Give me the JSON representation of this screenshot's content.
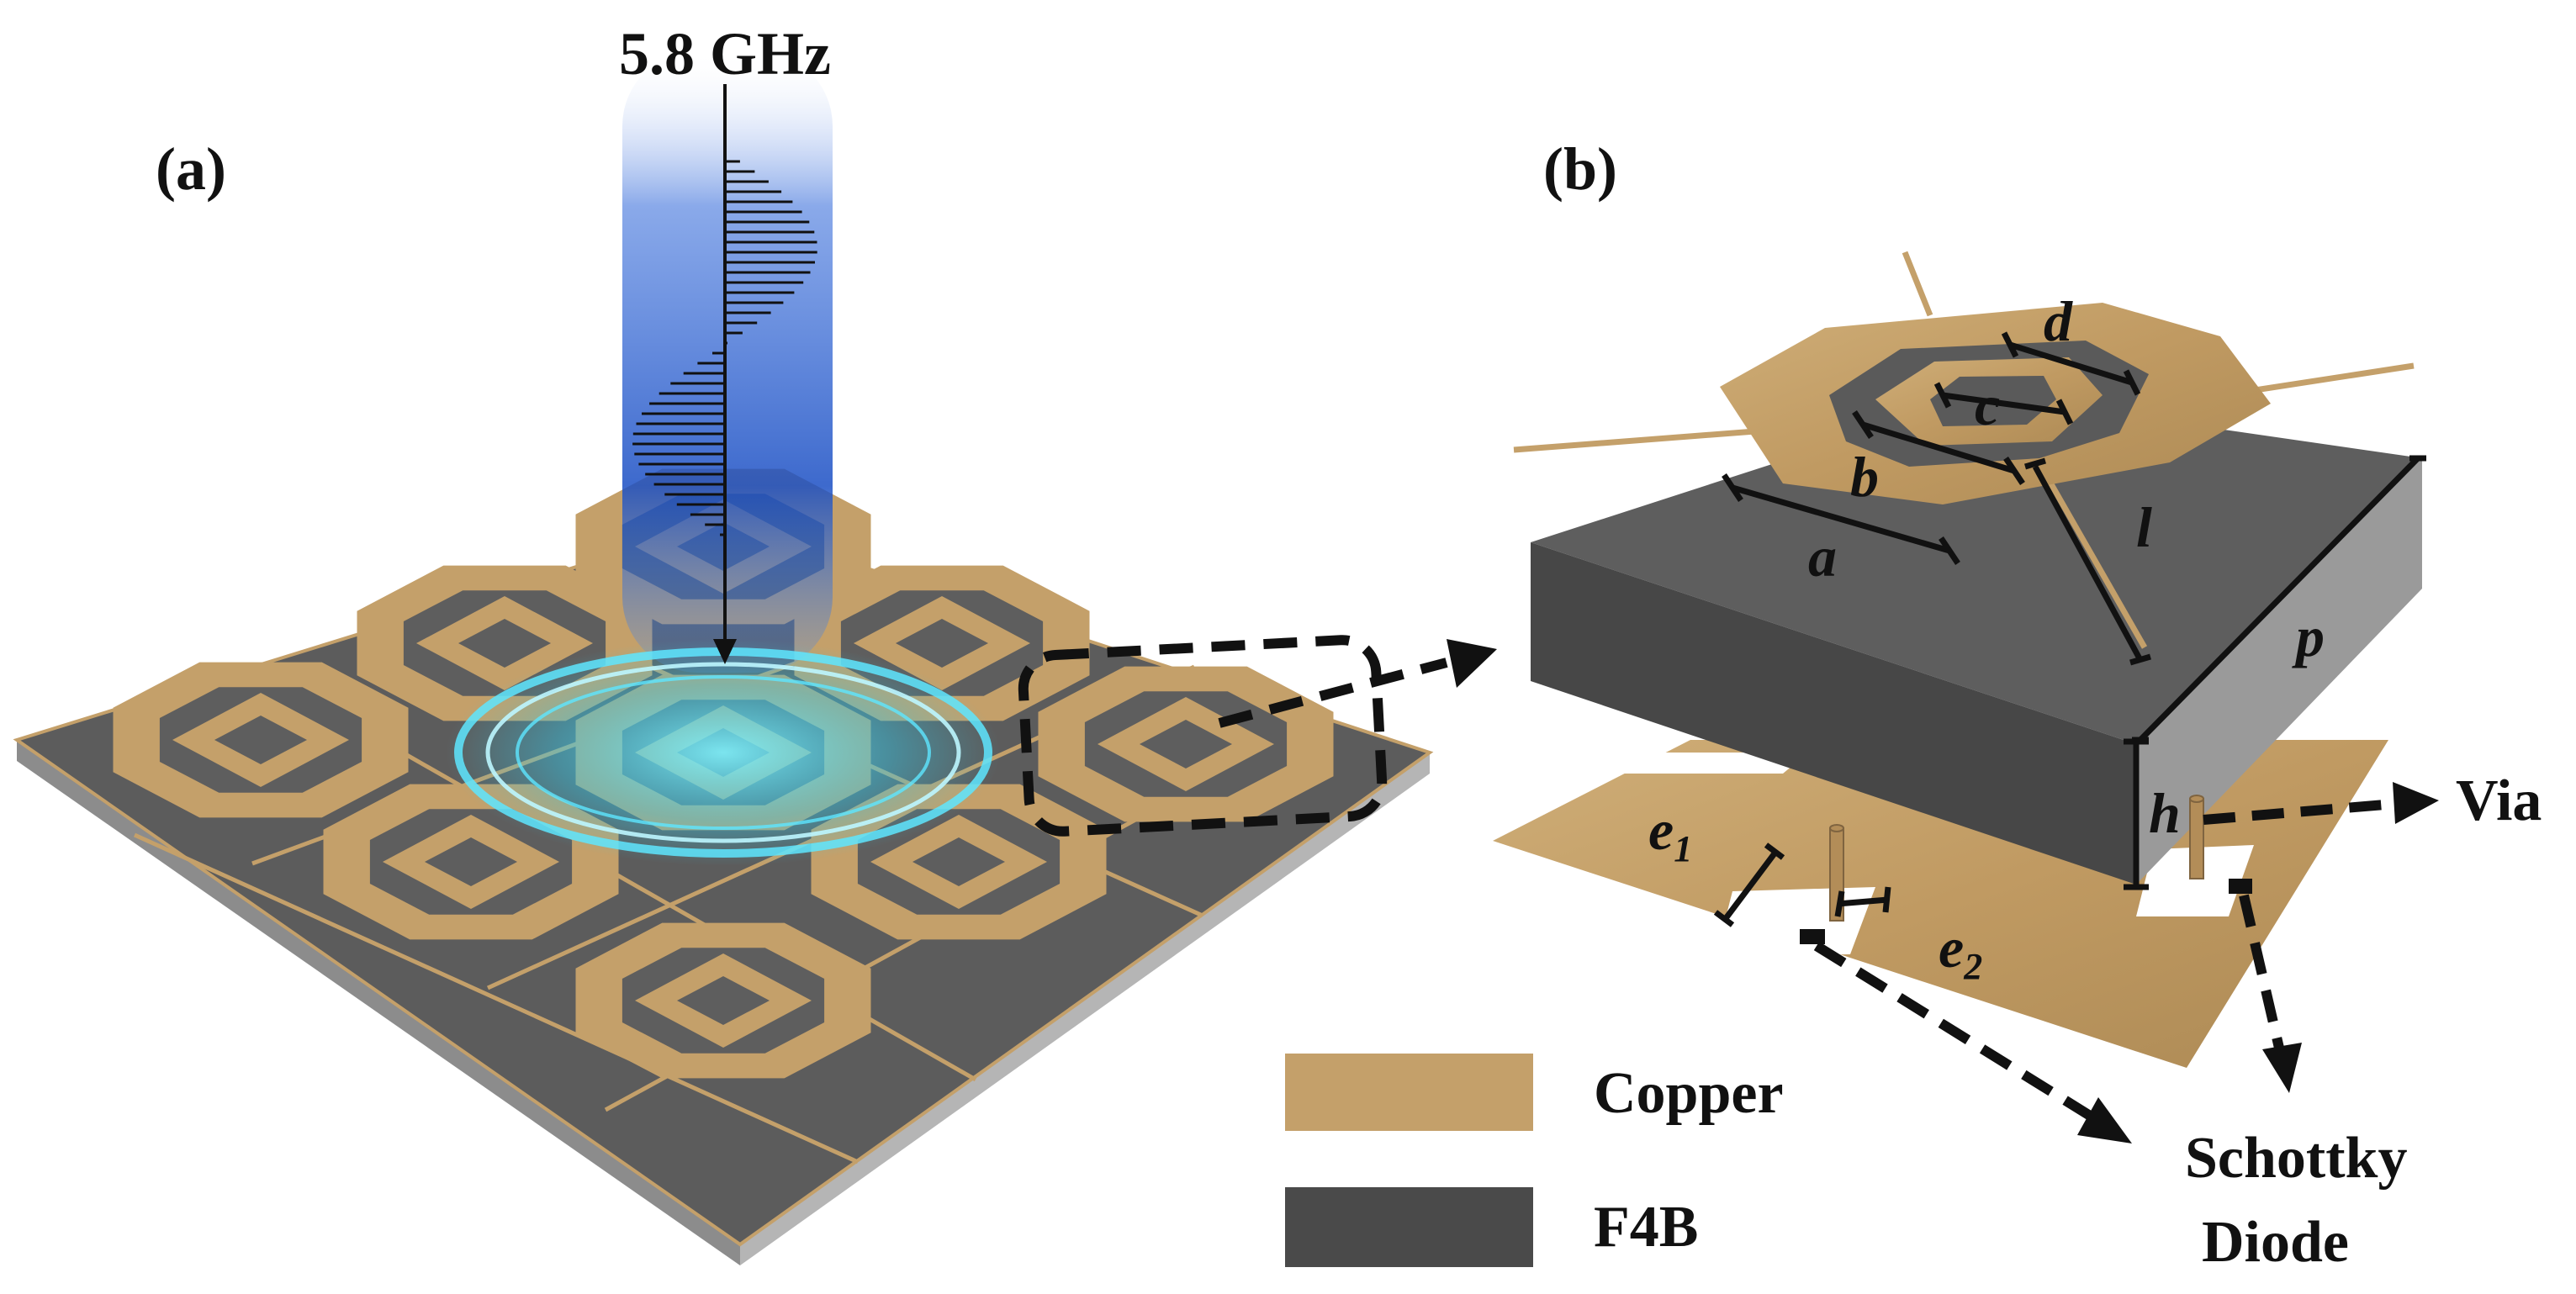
{
  "panel_a": {
    "label": "(a)",
    "frequency": "5.8 GHz"
  },
  "panel_b": {
    "label": "(b)",
    "dimensions": {
      "a": "a",
      "b": "b",
      "c": "c",
      "d": "d",
      "l": "l",
      "p": "p",
      "h": "h",
      "e1": "e",
      "e1_sub": "1",
      "e2": "e",
      "e2_sub": "2"
    },
    "callouts": {
      "via": "Via",
      "diode_line1": "Schottky",
      "diode_line2": "Diode"
    }
  },
  "legend": {
    "items": [
      {
        "label": "Copper",
        "color": "#c4a06a"
      },
      {
        "label": "F4B",
        "color": "#4a4a4a"
      }
    ]
  },
  "colors": {
    "copper": "#c4a06a",
    "copper_dark": "#a88552",
    "substrate_top": "#5e5e5e",
    "substrate_front": "#474747",
    "substrate_side": "#9a9a9a",
    "glow": "#1d5bd6",
    "ring": "#38d6f0"
  }
}
